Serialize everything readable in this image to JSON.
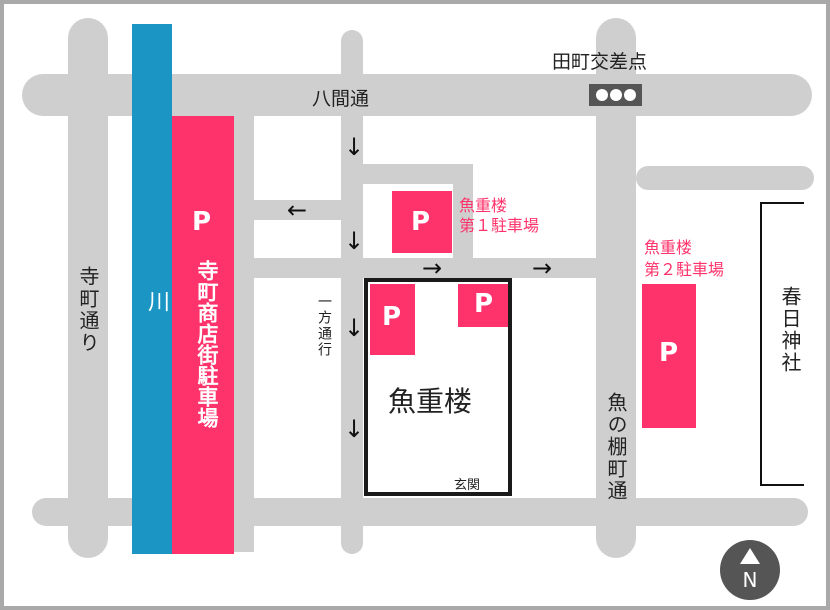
{
  "roads": {
    "hachiken": "八間通",
    "teramachi": "寺町通り",
    "uonotana": "魚の棚町通",
    "oneway": "一方通行"
  },
  "intersection": "田町交差点",
  "river": "川",
  "building": {
    "name": "魚重楼",
    "entrance": "玄関",
    "parking_letter": "P"
  },
  "parkings": [
    {
      "letter": "P",
      "name": "寺町商店街駐車場"
    },
    {
      "letter": "P",
      "name_lines": [
        "魚重楼",
        "第１駐車場"
      ]
    },
    {
      "letter": "P",
      "name_lines": [
        "魚重楼",
        "第２駐車場"
      ]
    }
  ],
  "shrine": "春日神社",
  "compass": "N",
  "colors": {
    "parking": "#ff336b",
    "river": "#1b95c3",
    "road": "#cfcfcf",
    "signal": "#555555"
  },
  "icons": {
    "arrow_down": "↓",
    "arrow_left": "←",
    "arrow_right": "→"
  }
}
